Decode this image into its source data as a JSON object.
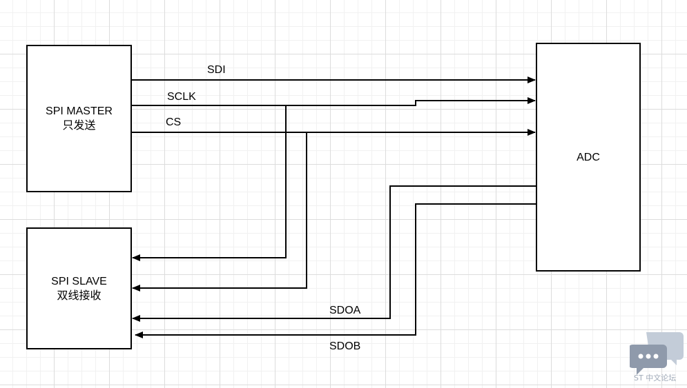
{
  "diagram": {
    "spi_master": {
      "line1": "SPI MASTER",
      "line2": "只发送"
    },
    "spi_slave": {
      "line1": "SPI SLAVE",
      "line2": "双线接收"
    },
    "adc": {
      "label": "ADC"
    },
    "signals": {
      "sdi": "SDI",
      "sclk": "SCLK",
      "cs": "CS",
      "sdoa": "SDOA",
      "sdob": "SDOB"
    },
    "colors": {
      "line": "#000000",
      "grid": "#dcdcdc",
      "watermark": "#a0aab8"
    }
  },
  "watermark": {
    "text": "ST 中文论坛",
    "icon": "chat-bubble-icon"
  }
}
